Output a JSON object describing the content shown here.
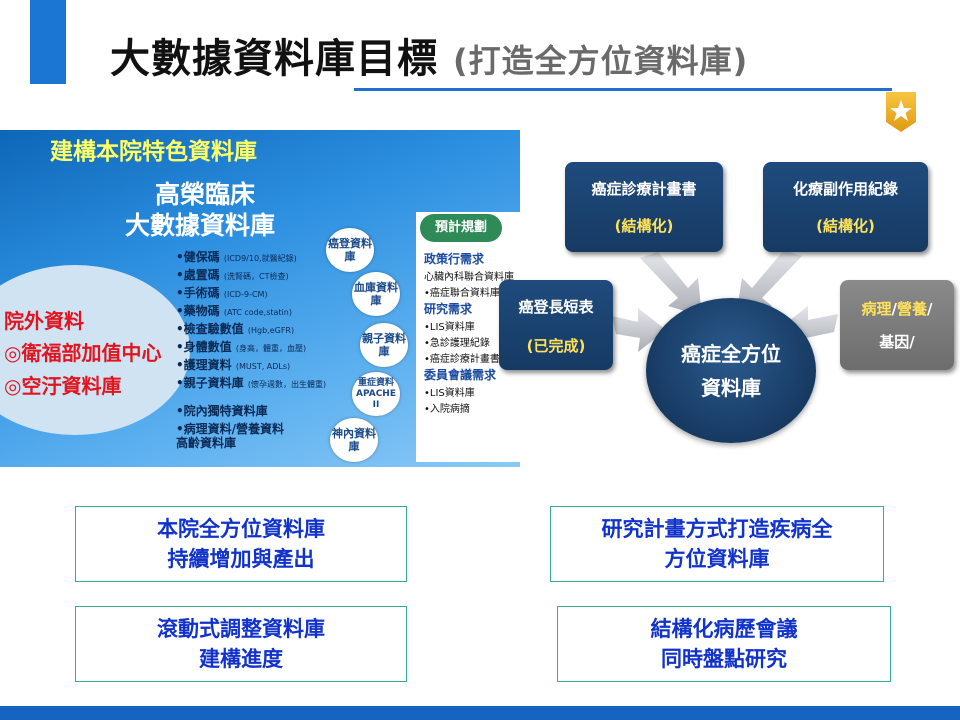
{
  "header": {
    "title": "大數據資料庫目標",
    "subtitle": "(打造全方位資料庫)"
  },
  "panel": {
    "heading": "建構本院特色資料庫",
    "big_line1": "高榮臨床",
    "big_line2": "大數據資料庫",
    "external": [
      "院外資料",
      "◎衛福部加值中心",
      "◎空汙資料庫"
    ],
    "list": [
      {
        "label": "•健保碼",
        "note": "(ICD9/10,就醫紀錄)"
      },
      {
        "label": "•處置碼",
        "note": "(洗腎碼，CT檢查)"
      },
      {
        "label": "•手術碼",
        "note": "(ICD-9-CM)"
      },
      {
        "label": "•藥物碼",
        "note": "(ATC code,statin)"
      },
      {
        "label": "•檢查驗數值",
        "note": "(Hgb,eGFR)"
      },
      {
        "label": "•身體數值",
        "note": "(身高，體重，血壓)"
      },
      {
        "label": "•護理資料",
        "note": "(MUST, ADLs)"
      },
      {
        "label": "•親子資料庫",
        "note": "(懷孕週數，出生體重)"
      },
      {
        "label": "•院內獨特資料庫",
        "note": ""
      },
      {
        "label": "•病理資料/營養資料",
        "note": ""
      },
      {
        "label": "高齡資料庫",
        "note": ""
      }
    ],
    "circles": [
      "癌登資料庫",
      "血庫資料庫",
      "親子資料庫",
      "重症資料 APACHE II",
      "神內資料庫"
    ],
    "plan": {
      "header": "預計規劃",
      "items": [
        {
          "text": "政策行需求",
          "head": true
        },
        {
          "text": "心臟內科聯合資料庫",
          "head": false
        },
        {
          "text": "•癌症聯合資料庫",
          "head": false
        },
        {
          "text": "研究需求",
          "head": true
        },
        {
          "text": "•LIS資料庫",
          "head": false
        },
        {
          "text": "•急診護理紀錄",
          "head": false
        },
        {
          "text": "•癌症診療計畫書",
          "head": false
        },
        {
          "text": "委員會議需求",
          "head": true
        },
        {
          "text": "•LIS資料庫",
          "head": false
        },
        {
          "text": "•入院病摘",
          "head": false
        }
      ]
    }
  },
  "diagram": {
    "center": [
      "癌症全方位",
      "資料庫"
    ],
    "box_plan": {
      "line1": "癌症診療計畫書",
      "line2": "(結構化)"
    },
    "box_chemo": {
      "line1": "化療副作用紀錄",
      "line2": "(結構化)"
    },
    "box_registry": {
      "line1": "癌登長短表",
      "line2": "(已完成)"
    },
    "box_patho": {
      "part1": "病理",
      "sep1": "/",
      "part2": "營養",
      "sep2": "/",
      "line2": "基因/"
    }
  },
  "text_boxes": [
    {
      "line1": "本院全方位資料庫",
      "line2": "持續增加與產出"
    },
    {
      "line1": "研究計畫方式打造疾病全",
      "line2": "方位資料庫"
    },
    {
      "line1": "滾動式調整資料庫",
      "line2": "建構進度"
    },
    {
      "line1": "結構化病歷會議",
      "line2": "同時盤點研究"
    }
  ],
  "colors": {
    "accent_blue": "#1a76d2",
    "box_navy": "#163a63",
    "highlight_yellow": "#ffe25a",
    "text_box_border": "#39a89a",
    "text_box_text": "#1133cc"
  }
}
